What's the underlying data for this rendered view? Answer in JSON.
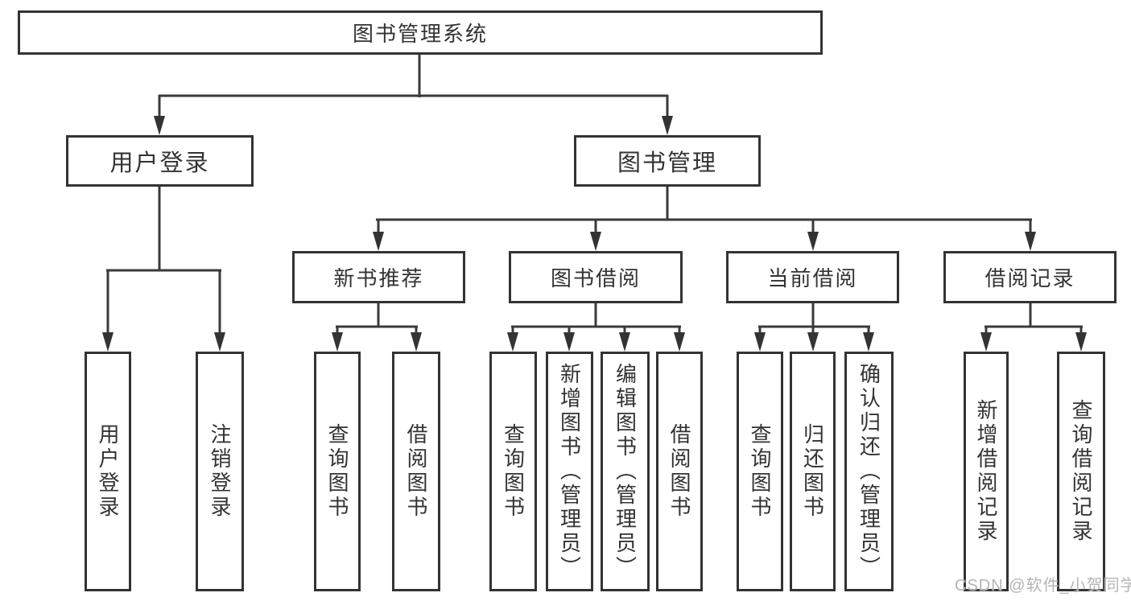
{
  "diagram_title": "图书管理系统",
  "watermark": "CSDN @软件_小贺同学",
  "colors": {
    "line": "#3a3a3a",
    "box_border": "#333333",
    "text": "#333333",
    "background": "#ffffff",
    "watermark": "#b5b5b5"
  },
  "nodes": {
    "root": {
      "label": "图书管理系统"
    },
    "user_login": {
      "label": "用户登录"
    },
    "book_mgmt": {
      "label": "图书管理"
    },
    "new_book_rec": {
      "label": "新书推荐"
    },
    "book_borrow": {
      "label": "图书借阅"
    },
    "current_borrow": {
      "label": "当前借阅"
    },
    "borrow_records": {
      "label": "借阅记录"
    },
    "leaf_user_login": {
      "label": "用户登录"
    },
    "leaf_logout": {
      "label": "注销登录"
    },
    "rec_query_books": {
      "label": "查询图书"
    },
    "rec_borrow_books": {
      "label": "借阅图书"
    },
    "bb_query_books": {
      "label": "查询图书"
    },
    "bb_add_books": {
      "label": "新增图书（管理员）"
    },
    "bb_edit_books": {
      "label": "编辑图书（管理员）"
    },
    "bb_borrow_books": {
      "label": "借阅图书"
    },
    "cb_query_books": {
      "label": "查询图书"
    },
    "cb_return_books": {
      "label": "归还图书"
    },
    "cb_confirm_return": {
      "label": "确认归还（管理员）"
    },
    "br_add_record": {
      "label": "新增借阅记录"
    },
    "br_query_record": {
      "label": "查询借阅记录"
    }
  },
  "hierarchy": {
    "图书管理系统": {
      "用户登录": [
        "用户登录",
        "注销登录"
      ],
      "图书管理": {
        "新书推荐": [
          "查询图书",
          "借阅图书"
        ],
        "图书借阅": [
          "查询图书",
          "新增图书（管理员）",
          "编辑图书（管理员）",
          "借阅图书"
        ],
        "当前借阅": [
          "查询图书",
          "归还图书",
          "确认归还（管理员）"
        ],
        "借阅记录": [
          "新增借阅记录",
          "查询借阅记录"
        ]
      }
    }
  }
}
